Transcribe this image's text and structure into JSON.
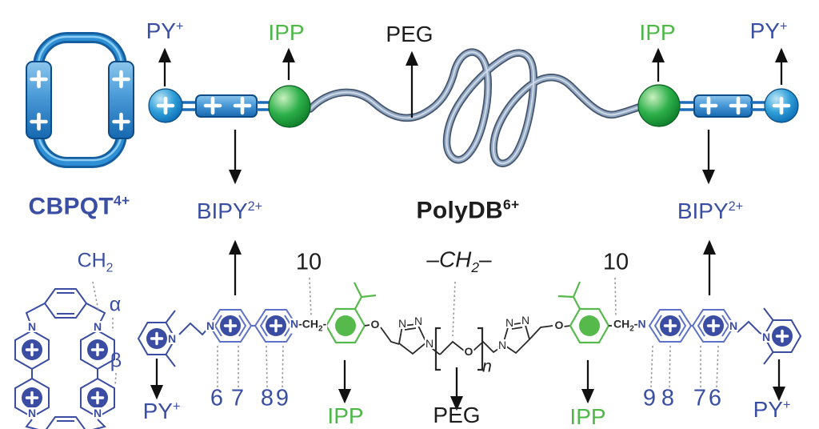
{
  "colors": {
    "blue_label": "#3a4fa4",
    "green_label": "#4db848",
    "black_label": "#1d1d1d",
    "cartoon_blue": "#1e78c0",
    "cartoon_bar_light": "#8cc6ec",
    "cartoon_green_sphere": "#21a53c",
    "strand_gray_blue": "#93a9c4",
    "ring_light_blue": "#5e71c8",
    "ring_dark_blue": "#3b4da2",
    "structure_green": "#56b94c",
    "structure_black": "#2a2a2a",
    "dotted_gray": "#9a9a9a"
  },
  "icons": {
    "charge_plus": "+",
    "arrow_up": "↑",
    "arrow_down": "↓"
  },
  "labels": {
    "cbpqt": {
      "base": "CBPQT",
      "sup": "4+"
    },
    "polydb": {
      "base": "PolyDB",
      "sup": "6+"
    },
    "py": {
      "base": "PY",
      "sup": "+"
    },
    "ipp": "IPP",
    "peg": "PEG",
    "bipy": {
      "base": "BIPY",
      "sup": "2+"
    }
  },
  "structure": {
    "ch2_corner": {
      "base": "CH",
      "sub": "2"
    },
    "alpha": "α",
    "beta": "β",
    "ten": "10",
    "ch2_mid": {
      "pre": "–",
      "base": "CH",
      "sub": "2",
      "post": "–"
    },
    "repeat_n": "n",
    "numbers_left": [
      "6",
      "7",
      "8",
      "9"
    ],
    "numbers_right": [
      "9",
      "8",
      "7",
      "6"
    ],
    "atom_n": "N",
    "atom_o": "O",
    "n_ch2": {
      "n": "N",
      "a": "-CH",
      "sub": "2",
      "b": "-"
    },
    "ch2_n": {
      "a": "CH",
      "sub": "2",
      "b": "-",
      "n": "N"
    }
  }
}
